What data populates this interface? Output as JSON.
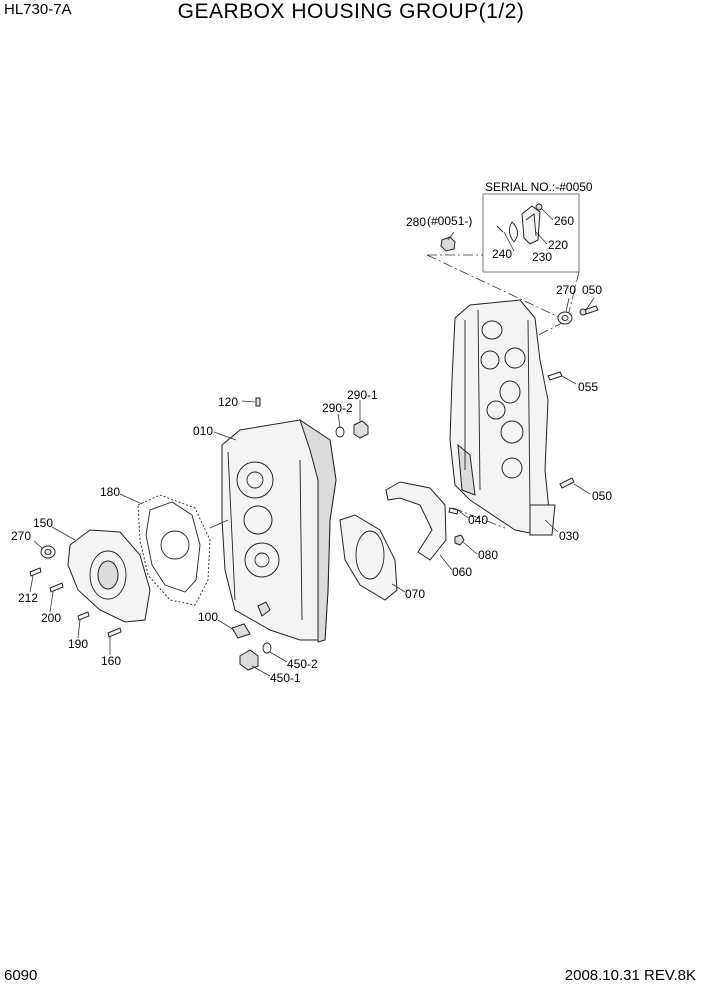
{
  "header": {
    "model": "HL730-7A",
    "title": "GEARBOX HOUSING GROUP(1/2)"
  },
  "footer": {
    "page": "6090",
    "date_rev": "2008.10.31  REV.8K"
  },
  "serial_box": {
    "title": "SERIAL NO.:-#0050"
  },
  "callouts": {
    "p280": "280",
    "p280_note": "(#0051-)",
    "p260": "260",
    "p220": "220",
    "p240": "240",
    "p230": "230",
    "p270a": "270",
    "p050a": "050",
    "p055": "055",
    "p050b": "050",
    "p030": "030",
    "p040": "040",
    "p080": "080",
    "p060": "060",
    "p070": "070",
    "p120": "120",
    "p010": "010",
    "p290_1": "290-1",
    "p290_2": "290-2",
    "p180": "180",
    "p150": "150",
    "p270b": "270",
    "p212": "212",
    "p200": "200",
    "p190": "190",
    "p160": "160",
    "p100": "100",
    "p450_2": "450-2",
    "p450_1": "450-1"
  }
}
